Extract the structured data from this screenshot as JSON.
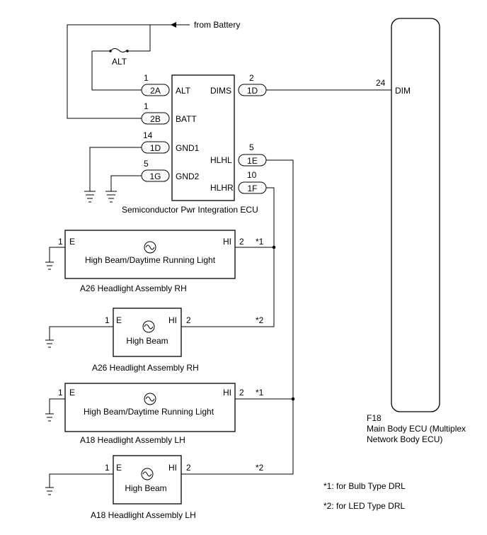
{
  "battery": "from Battery",
  "fuse": "ALT",
  "ecu": {
    "name": "Semiconductor Pwr Integration ECU",
    "left_pins": [
      {
        "num": "1",
        "conn": "2A",
        "label": "ALT"
      },
      {
        "num": "1",
        "conn": "2B",
        "label": "BATT"
      },
      {
        "num": "14",
        "conn": "1D",
        "label": "GND1"
      },
      {
        "num": "5",
        "conn": "1G",
        "label": "GND2"
      }
    ],
    "right_pins": [
      {
        "num": "2",
        "conn": "1D",
        "label": "DIMS"
      },
      {
        "num": "5",
        "conn": "1E",
        "label": "HLHL"
      },
      {
        "num": "10",
        "conn": "1F",
        "label": "HLHR"
      }
    ]
  },
  "main_ecu": {
    "pin": "24",
    "pin_label": "DIM",
    "code": "F18",
    "name1": "Main Body ECU (Multiplex",
    "name2": "Network Body ECU)"
  },
  "lamps": [
    {
      "pin_left": "1",
      "left": "E",
      "right": "HI",
      "pin_right": "2",
      "note": "*1",
      "label": "High Beam/Daytime Running Light",
      "caption": "A26  Headlight Assembly RH"
    },
    {
      "pin_left": "1",
      "left": "E",
      "right": "HI",
      "pin_right": "2",
      "note": "*2",
      "label": "High Beam",
      "caption": "A26  Headlight Assembly RH"
    },
    {
      "pin_left": "1",
      "left": "E",
      "right": "HI",
      "pin_right": "2",
      "note": "*1",
      "label": "High Beam/Daytime Running Light",
      "caption": "A18   Headlight Assembly LH"
    },
    {
      "pin_left": "1",
      "left": "E",
      "right": "HI",
      "pin_right": "2",
      "note": "*2",
      "label": "High Beam",
      "caption": "A18  Headlight Assembly LH"
    }
  ],
  "notes": [
    "*1: for Bulb Type DRL",
    "*2: for LED Type DRL"
  ]
}
